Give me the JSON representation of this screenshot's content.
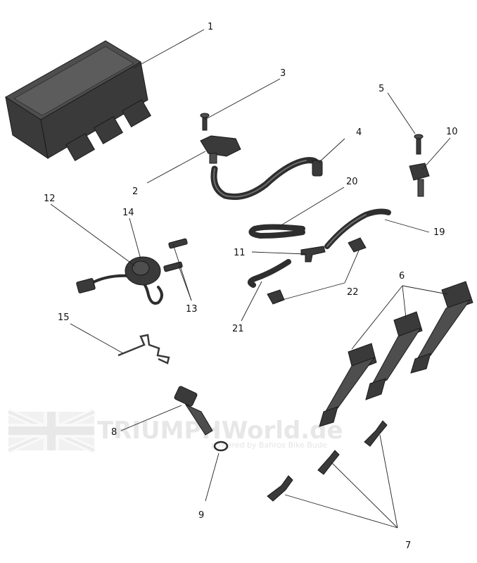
{
  "callouts": {
    "n1": "1",
    "n2": "2",
    "n3": "3",
    "n4": "4",
    "n5": "5",
    "n6": "6",
    "n7": "7",
    "n8": "8",
    "n9": "9",
    "n10": "10",
    "n11": "11",
    "n12": "12",
    "n13": "13",
    "n14": "14",
    "n15": "15",
    "n19": "19",
    "n20": "20",
    "n21": "21",
    "n22": "22"
  },
  "watermark": {
    "brand": "TRIUMPHWorld.de",
    "tagline": "powered by Bahros Bike Bude"
  },
  "colors": {
    "part": "#3a3a3a",
    "leader": "#222222",
    "watermark": "#d4d4d4"
  }
}
